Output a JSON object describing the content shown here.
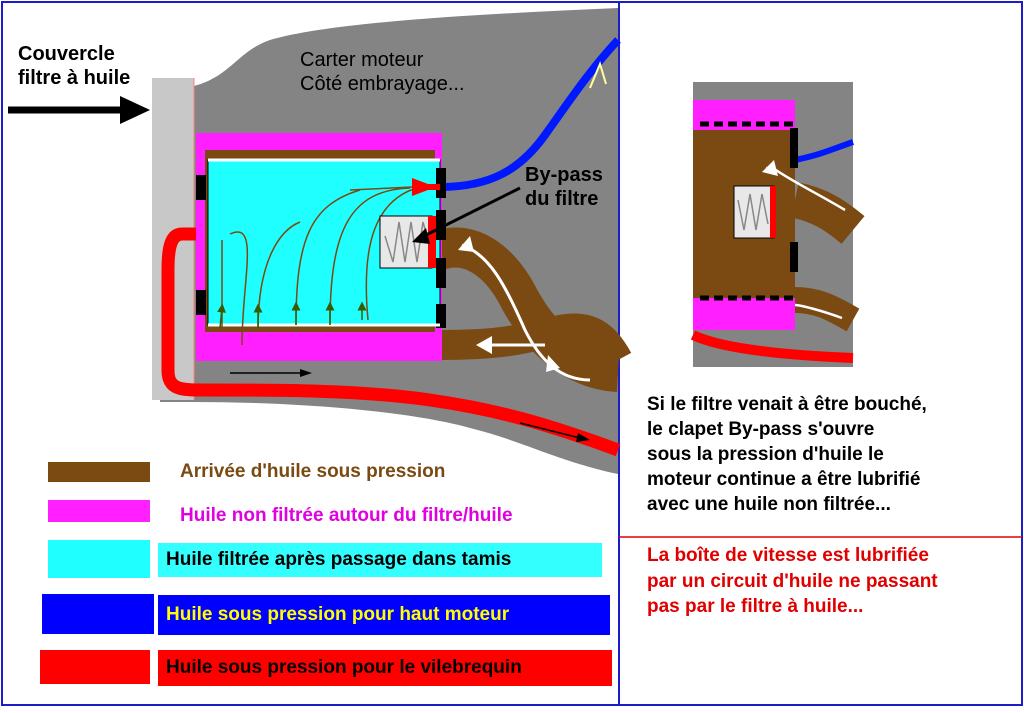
{
  "labels": {
    "cover": "Couvercle\nfiltre à huile",
    "carter": "Carter moteur\nCôté embrayage...",
    "bypass": "By-pass\ndu filtre",
    "blocked_note": "Si le filtre venait à être bouché,\nle clapet By-pass s'ouvre\nsous la pression d'huile le\nmoteur continue a être lubrifié\navec une huile non filtrée...",
    "gearbox_note": "La boîte de vitesse est lubrifiée\npar un circuit d'huile ne passant\npas par le filtre à huile..."
  },
  "legend": [
    {
      "text": "Arrivée d'huile sous pression",
      "swatch": "#7a4a12",
      "text_color": "#7a4a12",
      "text_bg": "transparent"
    },
    {
      "text": "Huile non filtrée autour du filtre/huile",
      "swatch": "#ff1fff",
      "text_color": "#e000e0",
      "text_bg": "transparent"
    },
    {
      "text": "Huile filtrée après passage dans tamis",
      "swatch": "#1fffff",
      "text_color": "#000000",
      "text_bg": "#33ffff"
    },
    {
      "text": "Huile sous pression pour haut moteur",
      "swatch": "#0000ff",
      "text_color": "#ffff00",
      "text_bg": "#0000ff"
    },
    {
      "text": "Huile sous pression pour le vilebrequin",
      "swatch": "#ff0000",
      "text_color": "#000000",
      "text_bg": "#ff0000"
    }
  ],
  "colors": {
    "carter": "#848484",
    "cover": "#c8c8c8",
    "brown": "#7a4a12",
    "magenta": "#ff1fff",
    "cyan": "#1fffff",
    "blue": "#0018ff",
    "red": "#ff0000",
    "spring_box": "#e8e8e8",
    "seal": "#000000",
    "frame": "#1c1cc8"
  }
}
